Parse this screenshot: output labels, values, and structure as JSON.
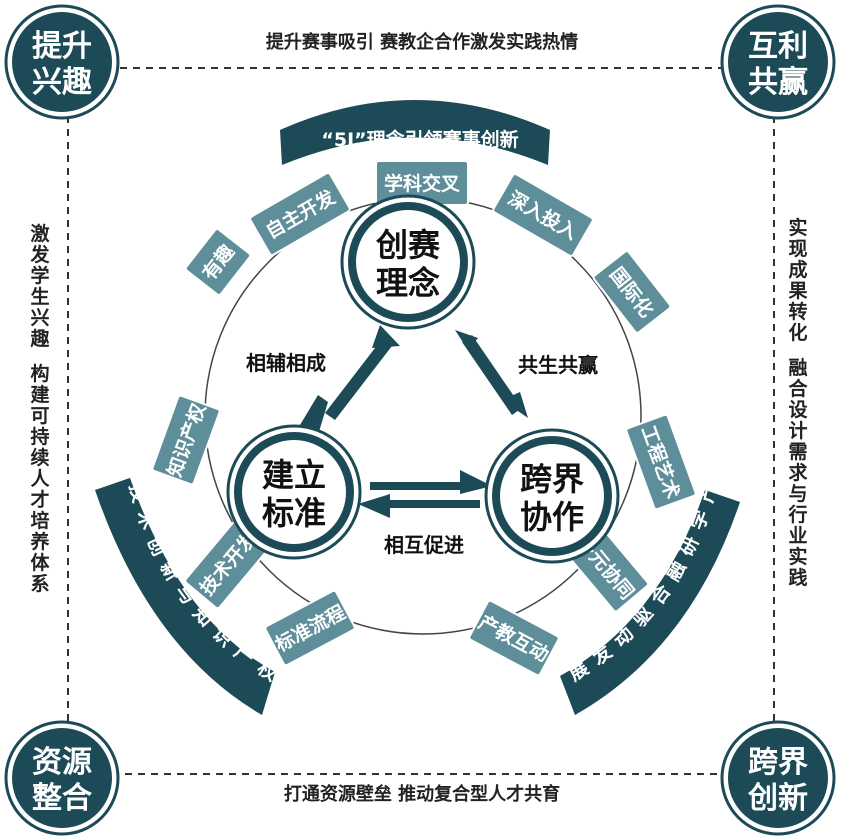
{
  "corners": {
    "top_left": [
      "提升",
      "兴趣"
    ],
    "top_right": [
      "互利",
      "共赢"
    ],
    "bottom_left": [
      "资源",
      "整合"
    ],
    "bottom_right": [
      "跨界",
      "创新"
    ]
  },
  "edges": {
    "top": "提升赛事吸引  赛教企合作激发实践热情",
    "bottom": "打通资源壁垒  推动复合型人才共育",
    "left": [
      "激发学生兴趣",
      "构建可持续人才培养体系"
    ],
    "right": [
      "实现成果转化",
      "融合设计需求与行业实践"
    ]
  },
  "nodes": {
    "top": [
      "创赛",
      "理念"
    ],
    "left": [
      "建立",
      "标准"
    ],
    "right": [
      "跨界",
      "协作"
    ]
  },
  "relations": {
    "left": "相辅相成",
    "right": "共生共赢",
    "bottom": "相互促进"
  },
  "arcs": {
    "top": "“5I”理念引领赛事创新",
    "left": "技术创新与知识产权",
    "right": "产学研融合驱动发展"
  },
  "segments": {
    "top": [
      "有趣",
      "自主开发",
      "学科交叉",
      "深入投入",
      "国际化"
    ],
    "left": [
      "知识产权",
      "技术开发",
      "标准流程"
    ],
    "right": [
      "工程艺术",
      "多元协同",
      "产教互动"
    ]
  },
  "colors": {
    "dark": "#1c4a57",
    "mid": "#3d7685",
    "light": "#5e8e9a",
    "ring": "#9fbbc3"
  }
}
